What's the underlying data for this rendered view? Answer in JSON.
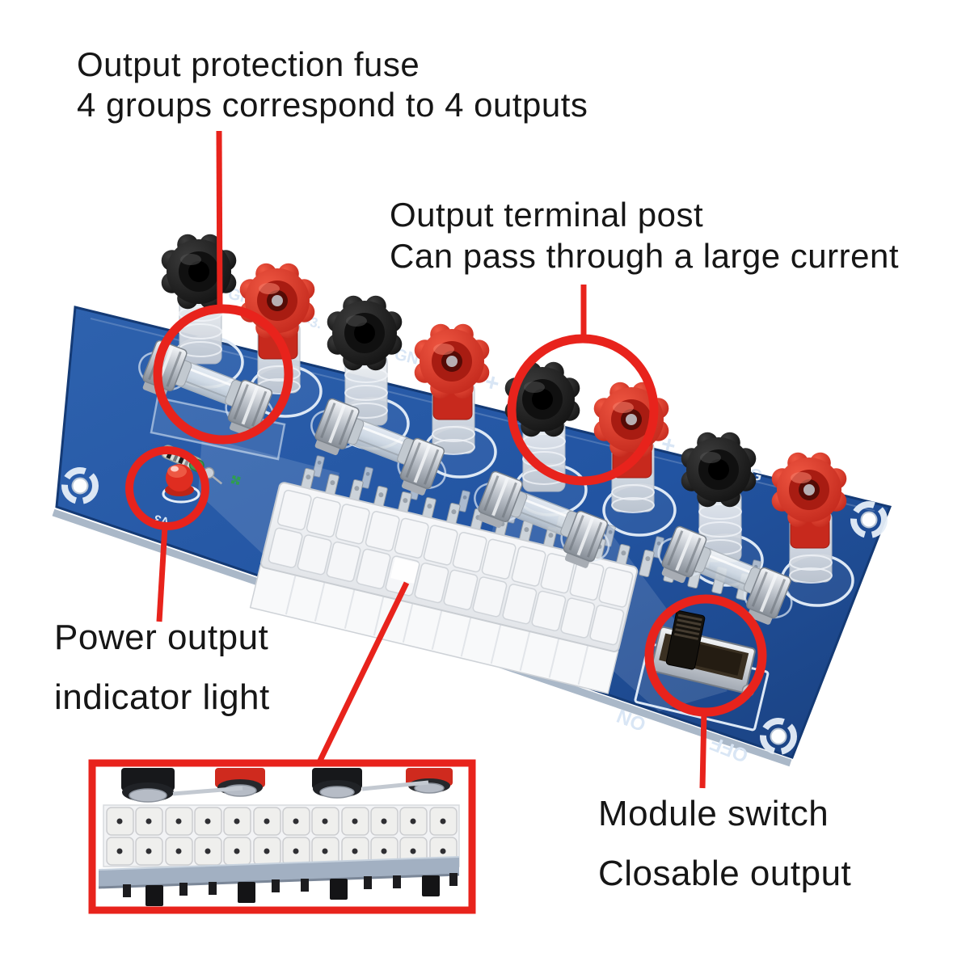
{
  "callouts": {
    "fuse": {
      "line1": "Output protection fuse",
      "line2": "4 groups correspond to 4 outputs"
    },
    "terminal_post": {
      "line1": "Output terminal post",
      "line2": "Can pass through a large current"
    },
    "indicator": {
      "line1": "Power output",
      "line2": "indicator light"
    },
    "switch": {
      "line1": "Module switch",
      "line2": "Closable output"
    }
  },
  "silkscreen": {
    "gnd_a": "GN",
    "neg33": "-3.",
    "gnd_b": "GN",
    "plus_a": "+",
    "plus_b": "+",
    "gnd_c": "G",
    "minus_a": "-",
    "led_label": "V3",
    "on": "ON",
    "off": "OFF"
  },
  "colors": {
    "annotation_red": "#e8231c",
    "board_blue": "#2457a6",
    "board_blue_dark": "#173f7e",
    "post_red": "#d5291d",
    "post_black": "#181818",
    "silkscreen_white": "#dce8f6",
    "text_black": "#161616",
    "inset_pcb_edge": "#a2b0c2"
  }
}
